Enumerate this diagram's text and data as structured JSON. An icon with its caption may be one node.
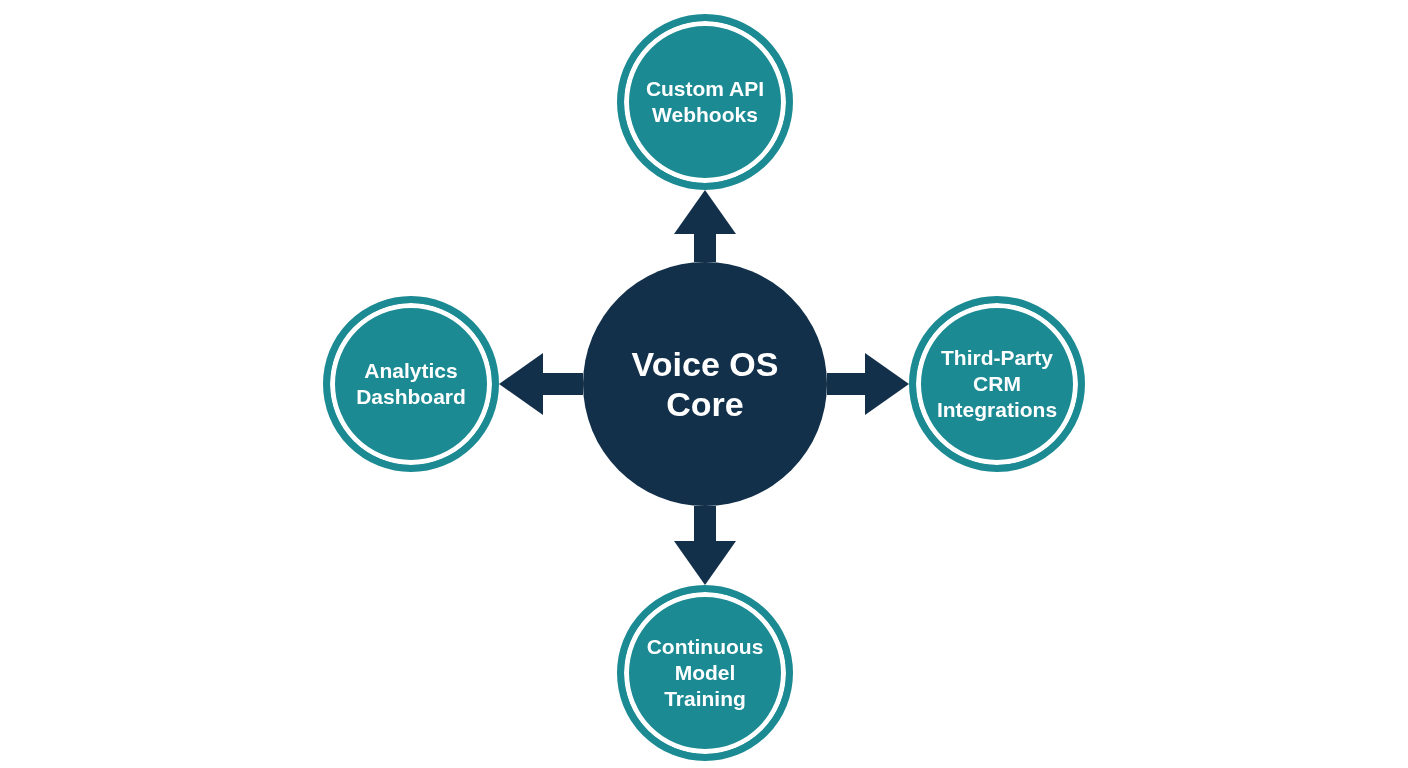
{
  "diagram": {
    "nodes": [
      {
        "text": [
          "Custom API Webhooks"
        ]
      },
      {
        "text": [
          "Analytics Dashboard"
        ]
      },
      {
        "text": [
          "Voice OS Core"
        ]
      },
      {
        "text": [
          "Third-Party CRM Integrations"
        ]
      },
      {
        "text": [
          "Continuous Model Training"
        ]
      }
    ],
    "edges": [
      {
        "from": 2,
        "to": 0,
        "arrow": "to"
      },
      {
        "from": 2,
        "to": 1,
        "arrow": "to"
      },
      {
        "from": 2,
        "to": 3,
        "arrow": "to"
      },
      {
        "from": 2,
        "to": 4,
        "arrow": "to"
      }
    ]
  }
}
